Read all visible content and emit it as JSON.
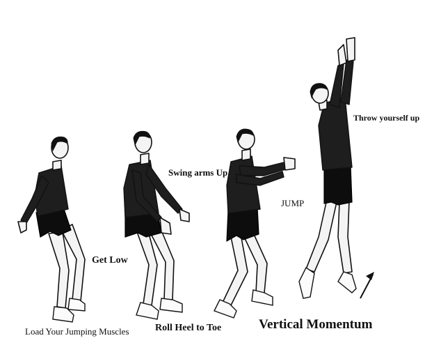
{
  "labels": {
    "get_low": "Get Low",
    "swing_arms": "Swing arms Up",
    "jump": "JUMP",
    "throw_up": "Throw yourself up",
    "load_muscles": "Load Your Jumping Muscles",
    "roll_heel": "Roll Heel to Toe",
    "title": "Vertical Momentum"
  },
  "figures": [
    {
      "name": "figure-1-crouch"
    },
    {
      "name": "figure-2-arms-swing"
    },
    {
      "name": "figure-3-arms-forward"
    },
    {
      "name": "figure-4-jumping"
    }
  ],
  "icons": [
    "up-arrow-icon"
  ],
  "colors": {
    "ink": "#111111",
    "shirt": "#1e1e1e",
    "shorts": "#0d0d0d",
    "skin": "#f4f4f4"
  }
}
